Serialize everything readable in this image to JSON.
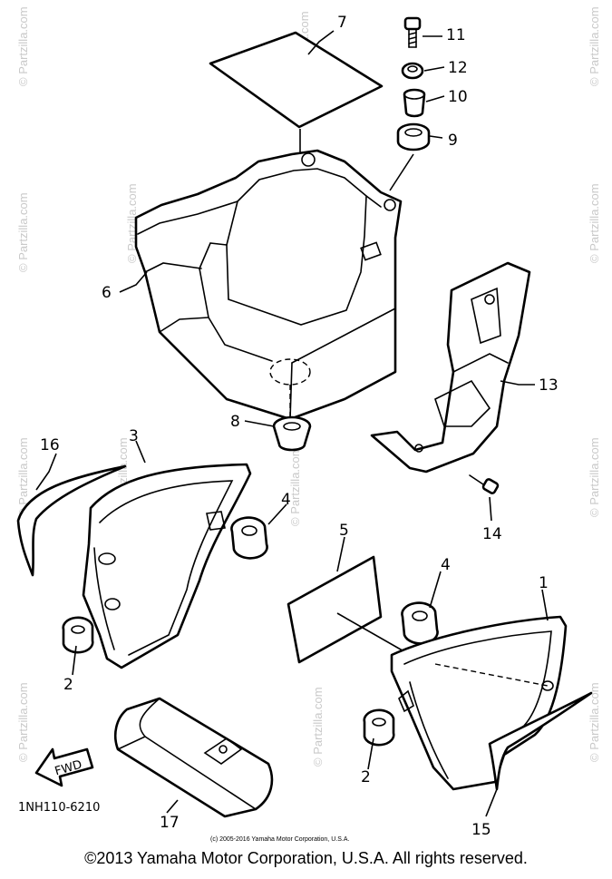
{
  "diagram": {
    "callouts": {
      "p1": "1",
      "p2a": "2",
      "p2b": "2",
      "p3": "3",
      "p4a": "4",
      "p4b": "4",
      "p5": "5",
      "p6": "6",
      "p7": "7",
      "p8": "8",
      "p9": "9",
      "p10": "10",
      "p11": "11",
      "p12": "12",
      "p13": "13",
      "p14": "14",
      "p15": "15",
      "p16": "16",
      "p17": "17"
    },
    "fwd_label": "FWD",
    "diagram_code": "1NH110-6210",
    "watermark": "© Partzilla.com",
    "small_copyright": "(c) 2005-2016 Yamaha Motor Corporation, U.S.A."
  },
  "footer": {
    "copyright": "©2013 Yamaha Motor Corporation, U.S.A. All rights reserved."
  }
}
